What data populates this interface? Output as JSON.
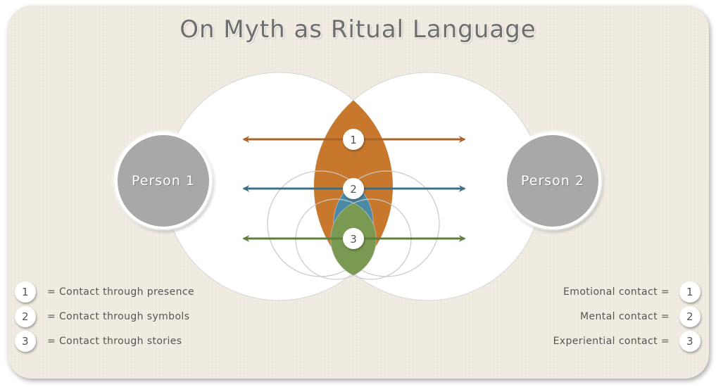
{
  "title": "On Myth as Ritual Language",
  "persons": {
    "left": "Person 1",
    "right": "Person 2"
  },
  "arrows": [
    {
      "label": "1",
      "color": "#a8642a"
    },
    {
      "label": "2",
      "color": "#3f6f85"
    },
    {
      "label": "3",
      "color": "#5f7f3e"
    }
  ],
  "lens_colors": {
    "outer": "#c7782c",
    "middle": "#4a8aa4",
    "inner": "#7a9a52"
  },
  "legend_left": [
    {
      "badge": "1",
      "text": "= Contact through presence"
    },
    {
      "badge": "2",
      "text": "= Contact through symbols"
    },
    {
      "badge": "3",
      "text": "= Contact through stories"
    }
  ],
  "legend_right": [
    {
      "text": "Emotional contact =",
      "badge": "1"
    },
    {
      "text": "Mental contact =",
      "badge": "2"
    },
    {
      "text": "Experiential contact =",
      "badge": "3"
    }
  ]
}
